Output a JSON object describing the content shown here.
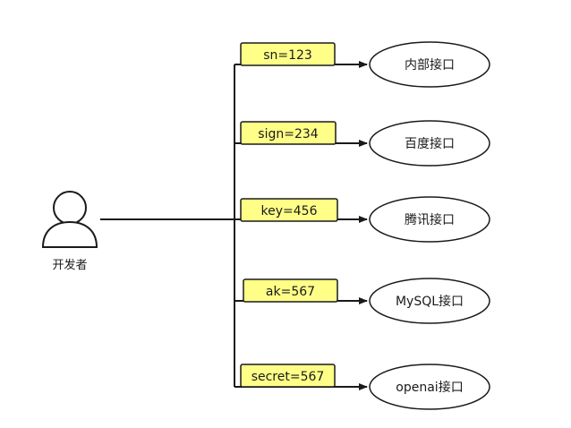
{
  "actor": {
    "label": "开发者"
  },
  "connections": [
    {
      "key": "sn=123",
      "api": "内部接口"
    },
    {
      "key": "sign=234",
      "api": "百度接口"
    },
    {
      "key": "key=456",
      "api": "腾讯接口"
    },
    {
      "key": "ak=567",
      "api": "MySQL接口"
    },
    {
      "key": "secret=567",
      "api": "openai接口"
    }
  ],
  "colors": {
    "key_fill": "#ffff88",
    "stroke": "#1a1a1a",
    "background": "#ffffff"
  }
}
